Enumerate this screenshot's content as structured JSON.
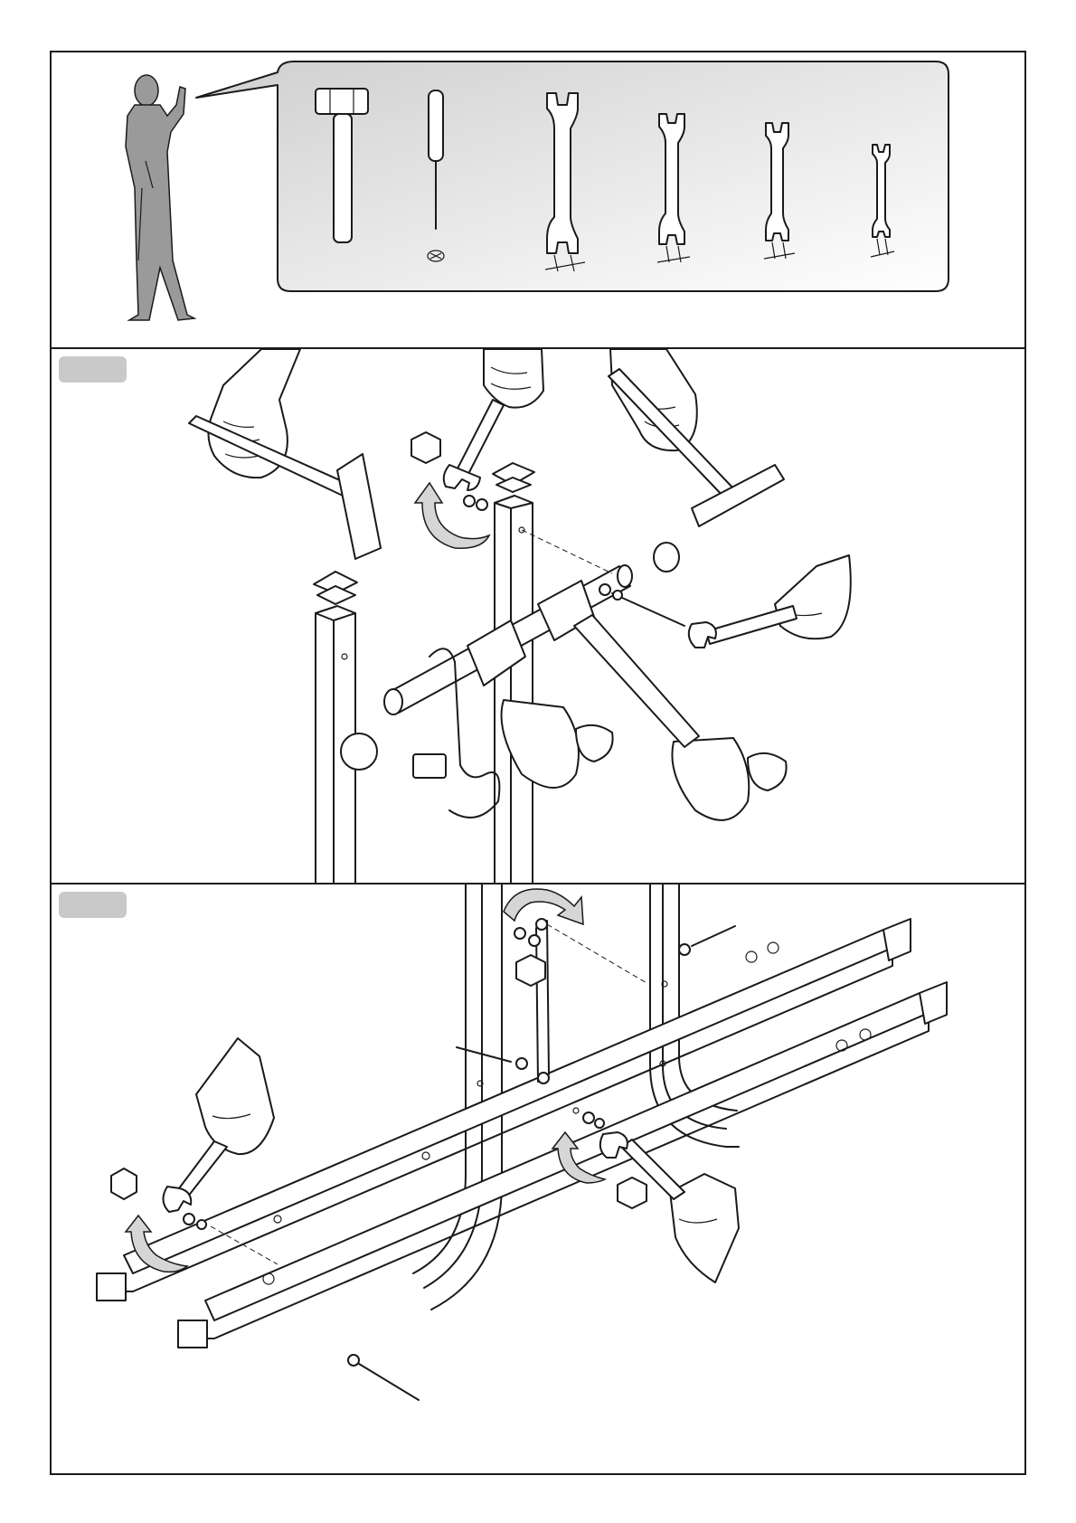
{
  "page": {
    "sections": [
      {
        "id": "tools",
        "label": ""
      },
      {
        "id": "step-1",
        "label": ""
      },
      {
        "id": "step-2",
        "label": ""
      }
    ]
  },
  "colors": {
    "line": "#1a1a1a",
    "badge": "#c9c9c9",
    "tool_panel": "#e6e6e6",
    "figure": "#9a9a9a"
  },
  "icons": [
    "person-figure",
    "hammer-icon",
    "screwdriver-icon",
    "wrench-icon",
    "hex-nut-icon",
    "rotation-arrow-icon",
    "hand-icon"
  ]
}
